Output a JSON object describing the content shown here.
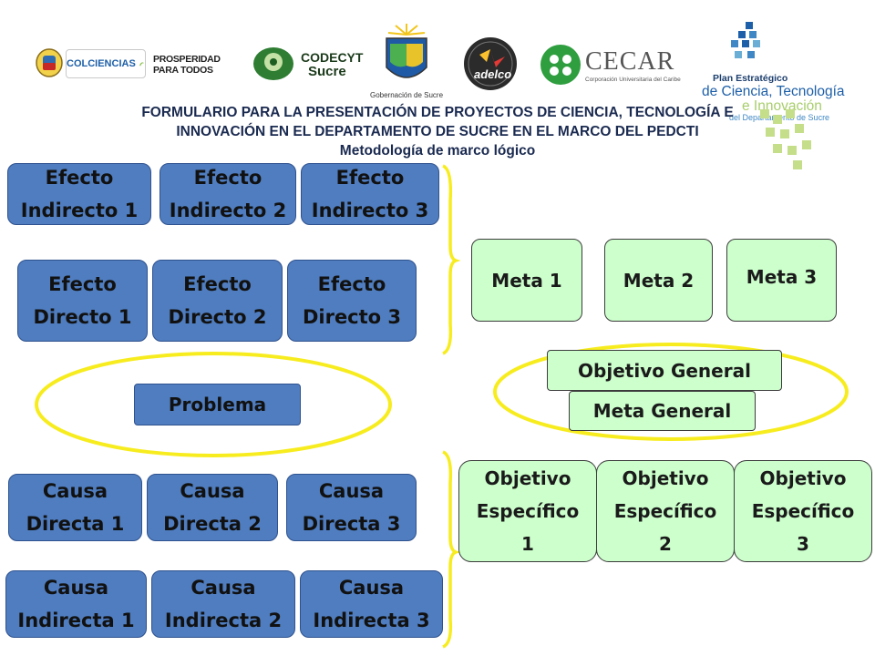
{
  "logos": {
    "colciencias": "COLCIENCIAS",
    "prosperidad_line1": "PROSPERIDAD",
    "prosperidad_line2": "PARA TODOS",
    "codecyt_top": "CODECYT",
    "codecyt_bottom": "Sucre",
    "gobernacion": "Gobernación de Sucre",
    "redadelco": "adelco",
    "cecar": "CECAR",
    "cecar_sub": "Corporación Universitaria del Caribe",
    "plan_line1": "Plan Estratégico",
    "plan_line2": "de Ciencia, Tecnología",
    "plan_line3": "e Innovación",
    "plan_line4": "del Departamento de Sucre"
  },
  "header": {
    "title_line1": "FORMULARIO PARA LA PRESENTACIÓN DE PROYECTOS DE CIENCIA, TECNOLOGÍA E",
    "title_line2": "INNOVACIÓN EN EL DEPARTAMENTO DE SUCRE EN EL MARCO DEL PEDCTI",
    "subtitle": "Metodología de marco lógico"
  },
  "problem_tree": {
    "indirect_effects": [
      {
        "line1": "Efecto",
        "line2": "Indirecto 1"
      },
      {
        "line1": "Efecto",
        "line2": "Indirecto 2"
      },
      {
        "line1": "Efecto",
        "line2": "Indirecto 3"
      }
    ],
    "direct_effects": [
      {
        "line1": "Efecto",
        "line2": "Directo 1"
      },
      {
        "line1": "Efecto",
        "line2": "Directo 2"
      },
      {
        "line1": "Efecto",
        "line2": "Directo 3"
      }
    ],
    "problem": "Problema",
    "direct_causes": [
      {
        "line1": "Causa",
        "line2": "Directa 1"
      },
      {
        "line1": "Causa",
        "line2": "Directa 2"
      },
      {
        "line1": "Causa",
        "line2": "Directa 3"
      }
    ],
    "indirect_causes": [
      {
        "line1": "Causa",
        "line2": "Indirecta 1"
      },
      {
        "line1": "Causa",
        "line2": "Indirecta 2"
      },
      {
        "line1": "Causa",
        "line2": "Indirecta 3"
      }
    ]
  },
  "objective_tree": {
    "goals": [
      "Meta 1",
      "Meta 2",
      "Meta 3"
    ],
    "general_objective": "Objetivo General",
    "general_goal": "Meta General",
    "specific_objectives": [
      {
        "line1": "Objetivo",
        "line2": "Específico",
        "line3": "1"
      },
      {
        "line1": "Objetivo",
        "line2": "Específico",
        "line3": "2"
      },
      {
        "line1": "Objetivo",
        "line2": "Específico",
        "line3": "3"
      }
    ]
  },
  "colors": {
    "cause_effect_fill": "#4f7dbf",
    "objective_fill": "#ccffcc",
    "highlight_yellow": "#f7ec1e"
  }
}
